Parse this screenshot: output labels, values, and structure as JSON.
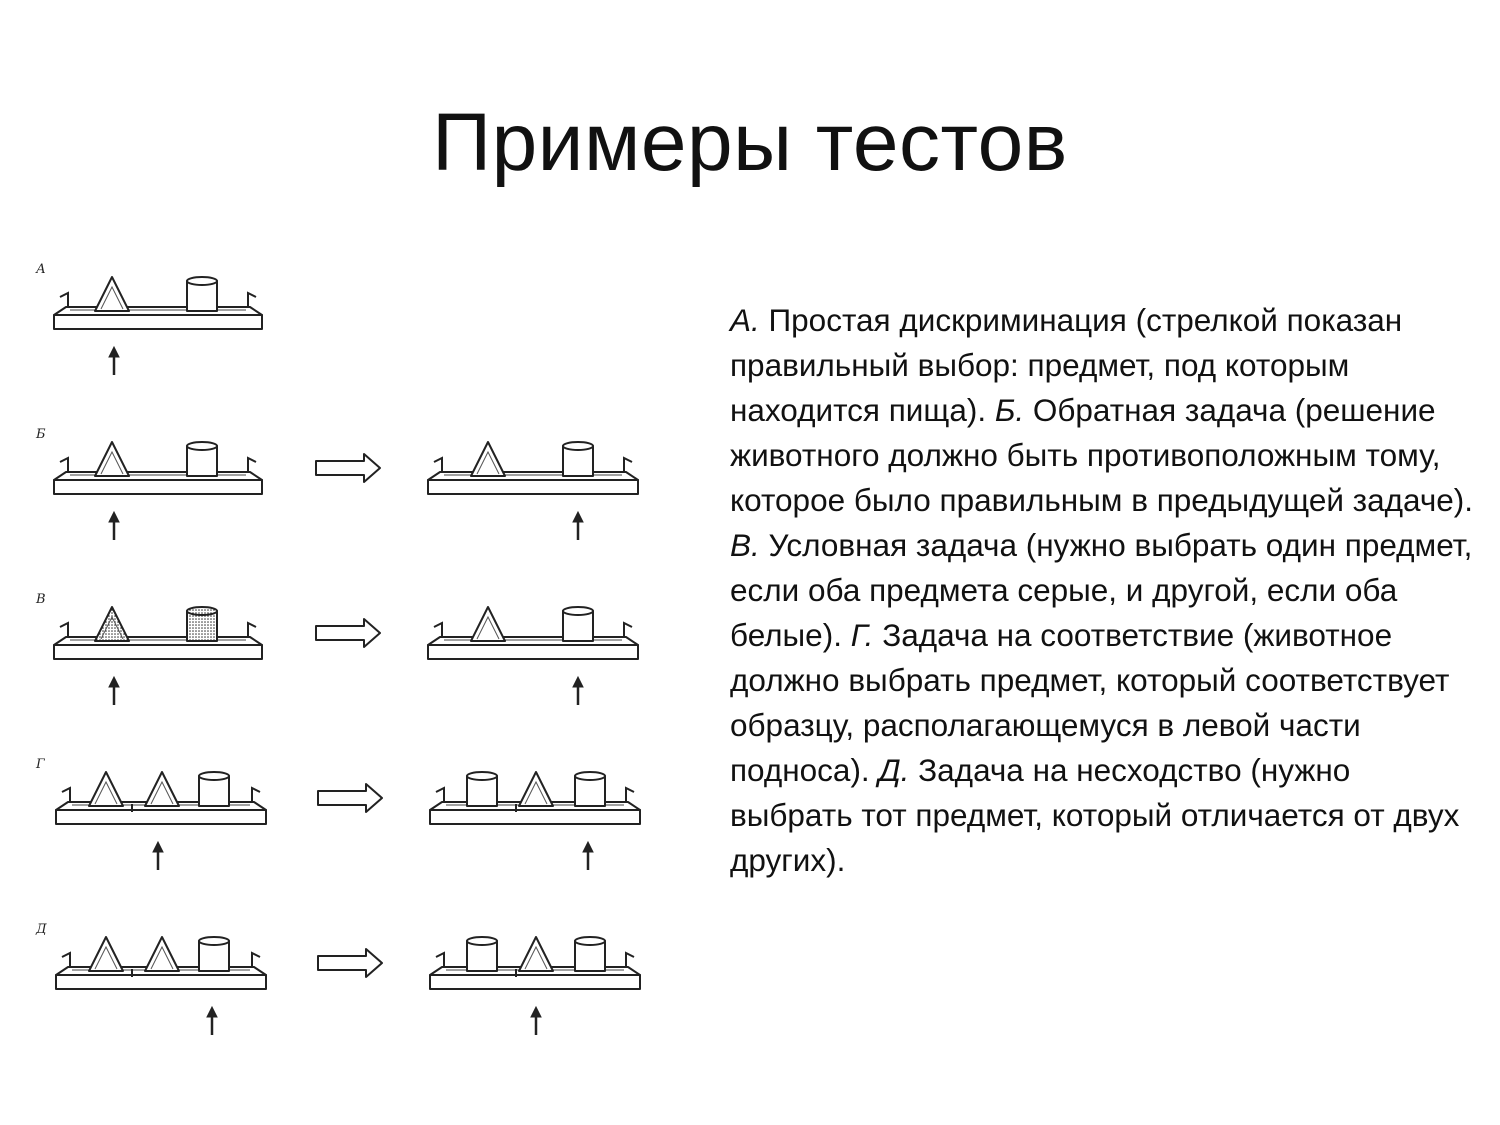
{
  "title": "Примеры тестов",
  "figure": {
    "panel_labels": [
      "А",
      "Б",
      "В",
      "Г",
      "Д"
    ]
  },
  "description": [
    {
      "label": "А.",
      "text": " Простая дискриминация (стрелкой показан правильный выбор: предмет, под которым находится пища). "
    },
    {
      "label": "Б.",
      "text": " Обратная задача (решение животного должно быть противоположным тому, которое было правильным в предыдущей задаче). "
    },
    {
      "label": "В.",
      "text": " Условная задача (нужно выбрать один предмет, если оба предмета серые, и другой, если оба белые). "
    },
    {
      "label": "Г.",
      "text": " Задача на соответствие (животное должно выбрать предмет, который соответствует образцу, располагающемуся в левой части подноса). "
    },
    {
      "label": "Д.",
      "text": " Задача на несходство (нужно выбрать тот предмет, который отличается от двух других)."
    }
  ]
}
